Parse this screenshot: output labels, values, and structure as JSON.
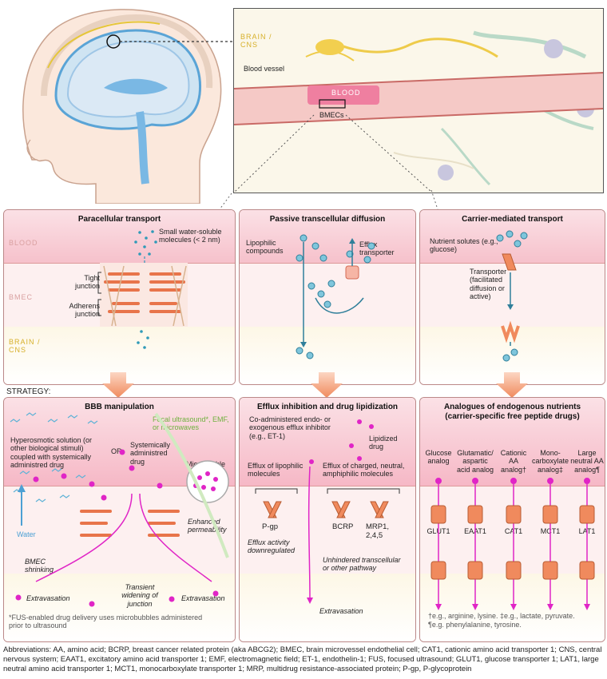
{
  "top": {
    "brain_cns": "BRAIN / CNS",
    "blood_vessel": "Blood vessel",
    "blood": "BLOOD",
    "bmecs": "BMECs"
  },
  "zones": {
    "blood": "BLOOD",
    "bmec": "BMEC",
    "brain": "BRAIN / CNS"
  },
  "strategy_label": "STRATEGY:",
  "panel1": {
    "title": "Paracellular transport",
    "small_molecules": "Small water-soluble molecules (< 2 nm)",
    "tight_junction": "Tight junction",
    "adherens_junction": "Adherens junction"
  },
  "panel2": {
    "title": "Passive transcellular diffusion",
    "lipophilic": "Lipophilic compounds",
    "efflux_transporter": "Efflux transporter"
  },
  "panel3": {
    "title": "Carrier-mediated transport",
    "nutrient": "Nutrient solutes (e.g., glucose)",
    "transporter": "Transporter (facilitated diffusion or active)"
  },
  "panel4": {
    "title": "BBB manipulation",
    "hyperosmotic": "Hyperosmotic solution (or other biological stimuli) coupled with systemically administred drug",
    "or": "OR",
    "focal": "Focal ultrasound*, EMF, or microwaves",
    "systemic": "Systemically administred drug",
    "microbubble": "Microbubble",
    "water": "Water",
    "shrinking": "BMEC shrinking",
    "enhanced": "Enhanced permeability",
    "transient": "Transient widening of junction",
    "extravasation_left": "Extravasation",
    "extravasation_right": "Extravasation",
    "footnote": "*FUS-enabled drug delivery uses microbubbles administered prior to ultrasound"
  },
  "panel5": {
    "title": "Efflux inhibition and drug lipidization",
    "coadmin": "Co-administered endo- or exogenous efflux inhibitor (e.g., ET-1)",
    "lipidized": "Lipidized drug",
    "efflux_lipophilic": "Efflux of lipophilic molecules",
    "efflux_charged": "Efflux of charged, neutral, amphiphilic molecules",
    "pgp": "P-gp",
    "bcrp": "BCRP",
    "mrp": "MRP1, 2,4,5",
    "downreg": "Efflux activity downregulated",
    "unhindered": "Unhindered transcellular or other pathway",
    "extravasation": "Extravasation"
  },
  "panel6": {
    "title": "Analogues of endogenous nutrients",
    "subtitle": "(carrier-specific free peptide drugs)",
    "analogs": [
      "Glucose analog",
      "Glutamatic/ aspartic acid analog",
      "Cationic AA analog†",
      "Mono-carboxylate analog‡",
      "Large neutral AA analog¶"
    ],
    "transporters": [
      "GLUT1",
      "EAAT1",
      "CAT1",
      "MCT1",
      "LAT1"
    ],
    "footnote1": "†e.g., arginine, lysine. ‡e.g., lactate, pyruvate.",
    "footnote2": "¶e.g. phenylalanine, tyrosine."
  },
  "abbreviations": "Abbreviations: AA, amino acid; BCRP, breast cancer related protein (aka ABCG2); BMEC, brain microvessel endothelial cell; CAT1, cationic amino acid transporter 1; CNS, central nervous system; EAAT1, excitatory amino acid transporter 1; EMF, electromagnetic field; ET-1, endothelin-1; FUS, focused ultrasound; GLUT1, glucose transporter 1; LAT1, large neutral amino acid transporter 1; MCT1, monocarboxylate transporter 1; MRP, multidrug resistance-associated protein; P-gp, P-glycoprotein",
  "colors": {
    "blood": "#f7c8cf",
    "bmec": "#fbe3e3",
    "brain": "#fdf6e6",
    "teal": "#2f7f9a",
    "magenta": "#e025c6",
    "orange": "#f08a5d"
  }
}
